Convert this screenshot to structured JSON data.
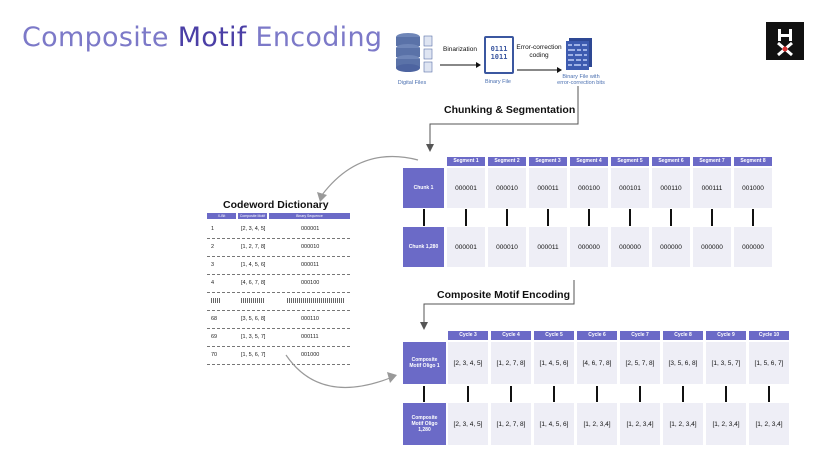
{
  "title": {
    "pre": "Composite ",
    "motif": "Motif",
    "post": " Encoding"
  },
  "pipeline": {
    "digital_files": "Digital Files",
    "binarization": "Binarization",
    "binary_file": "Binary File",
    "binary_icon_line1": "0111",
    "binary_icon_line2": "1011",
    "error_correction_line1": "Error-correction",
    "error_correction_line2": "coding",
    "ecc_file_line1": "Binary File with",
    "ecc_file_line2": "error-correction bits"
  },
  "chunking": {
    "title": "Chunking & Segmentation",
    "segments": [
      "Segment 1",
      "Segment 2",
      "Segment 3",
      "Segment 4",
      "Segment 5",
      "Segment 6",
      "Segment 7",
      "Segment 8"
    ],
    "rows": [
      {
        "label": "Chunk 1",
        "values": [
          "000001",
          "000010",
          "000011",
          "000100",
          "000101",
          "000110",
          "000111",
          "001000"
        ]
      },
      {
        "label": "Chunk 1,280",
        "values": [
          "000001",
          "000010",
          "000011",
          "000000",
          "000000",
          "000000",
          "000000",
          "000000"
        ]
      }
    ]
  },
  "dictionary": {
    "title": "Codeword Dictionary",
    "headers": [
      "X-Bit",
      "Composite Motif",
      "Binary Sequence"
    ],
    "rows": [
      {
        "id": "1",
        "motif": "[2, 3, 4, 5]",
        "binary": "000001"
      },
      {
        "id": "2",
        "motif": "[1, 2, 7, 8]",
        "binary": "000010"
      },
      {
        "id": "3",
        "motif": "[1, 4, 5, 6]",
        "binary": "000011"
      },
      {
        "id": "4",
        "motif": "[4, 6, 7, 8]",
        "binary": "000100"
      },
      {
        "id": "68",
        "motif": "[3, 5, 6, 8]",
        "binary": "000110"
      },
      {
        "id": "69",
        "motif": "[1, 3, 5, 7]",
        "binary": "000111"
      },
      {
        "id": "70",
        "motif": "[1, 5, 6, 7]",
        "binary": "001000"
      }
    ]
  },
  "cme": {
    "title": "Composite Motif Encoding",
    "cycles": [
      "Cycle 3",
      "Cycle 4",
      "Cycle 5",
      "Cycle 6",
      "Cycle 7",
      "Cycle 8",
      "Cycle 9",
      "Cycle 10"
    ],
    "rows": [
      {
        "label": "Composite Motif Oligo 1",
        "values": [
          "[2, 3, 4, 5]",
          "[1, 2, 7, 8]",
          "[1, 4, 5, 6]",
          "[4, 6, 7, 8]",
          "[2, 5, 7, 8]",
          "[3, 5, 6, 8]",
          "[1, 3, 5, 7]",
          "[1, 5, 6, 7]"
        ]
      },
      {
        "label": "Composite Motif Oligo 1,280",
        "values": [
          "[2, 3, 4, 5]",
          "[1, 2, 7, 8]",
          "[1, 4, 5, 6]",
          "[1, 2, 3,4]",
          "[1, 2, 3,4]",
          "[1, 2, 3,4]",
          "[1, 2, 3,4]",
          "[1, 2, 3,4]"
        ]
      }
    ]
  },
  "colors": {
    "accent": "#6b6ac7",
    "title": "#7c79c8",
    "cell": "#eeeef6"
  }
}
